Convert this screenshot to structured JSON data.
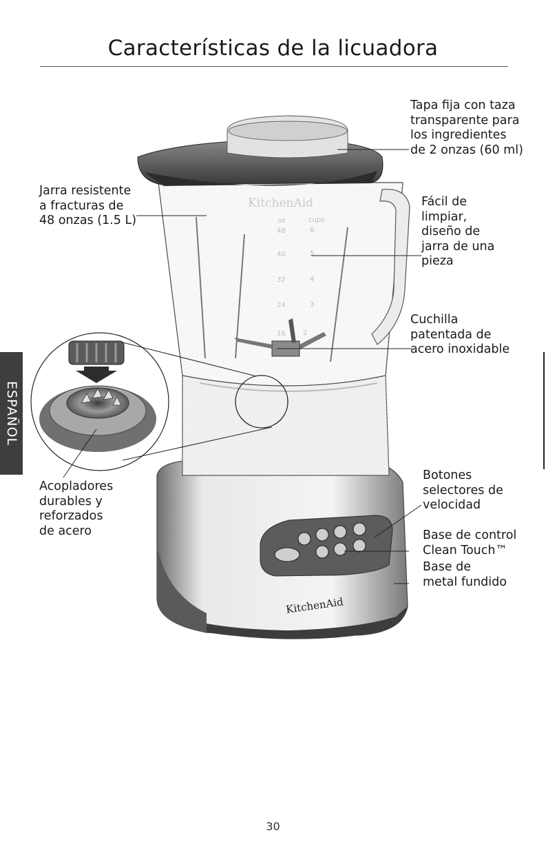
{
  "title": "Características de la licuadora",
  "side_tab": "ESPAÑOL",
  "page_number": "30",
  "brand": "KitchenAid",
  "labels": {
    "lid": [
      "Tapa fija con taza",
      "transparente para",
      "los ingredientes",
      "de 2 onzas (60 ml)"
    ],
    "jar": [
      "Jarra resistente",
      "a fracturas de",
      "48 onzas (1.5 L)"
    ],
    "easy_clean": [
      "Fácil de",
      "limpiar,",
      "diseño de",
      "jarra de una",
      "pieza"
    ],
    "blade": [
      "Cuchilla",
      "patentada de",
      "acero inoxidable"
    ],
    "couplers": [
      "Acopladores",
      "durables y",
      "reforzados",
      "de acero"
    ],
    "speed_buttons": [
      "Botones",
      "selectores de",
      "velocidad"
    ],
    "control_base": [
      "Base de control",
      "Clean Touch™"
    ],
    "metal_base": [
      "Base de",
      "metal fundido"
    ]
  },
  "jar_markings": [
    "oz",
    "cups",
    "48",
    "6",
    "40",
    "5",
    "32",
    "4",
    "24",
    "3",
    "16",
    "2"
  ]
}
